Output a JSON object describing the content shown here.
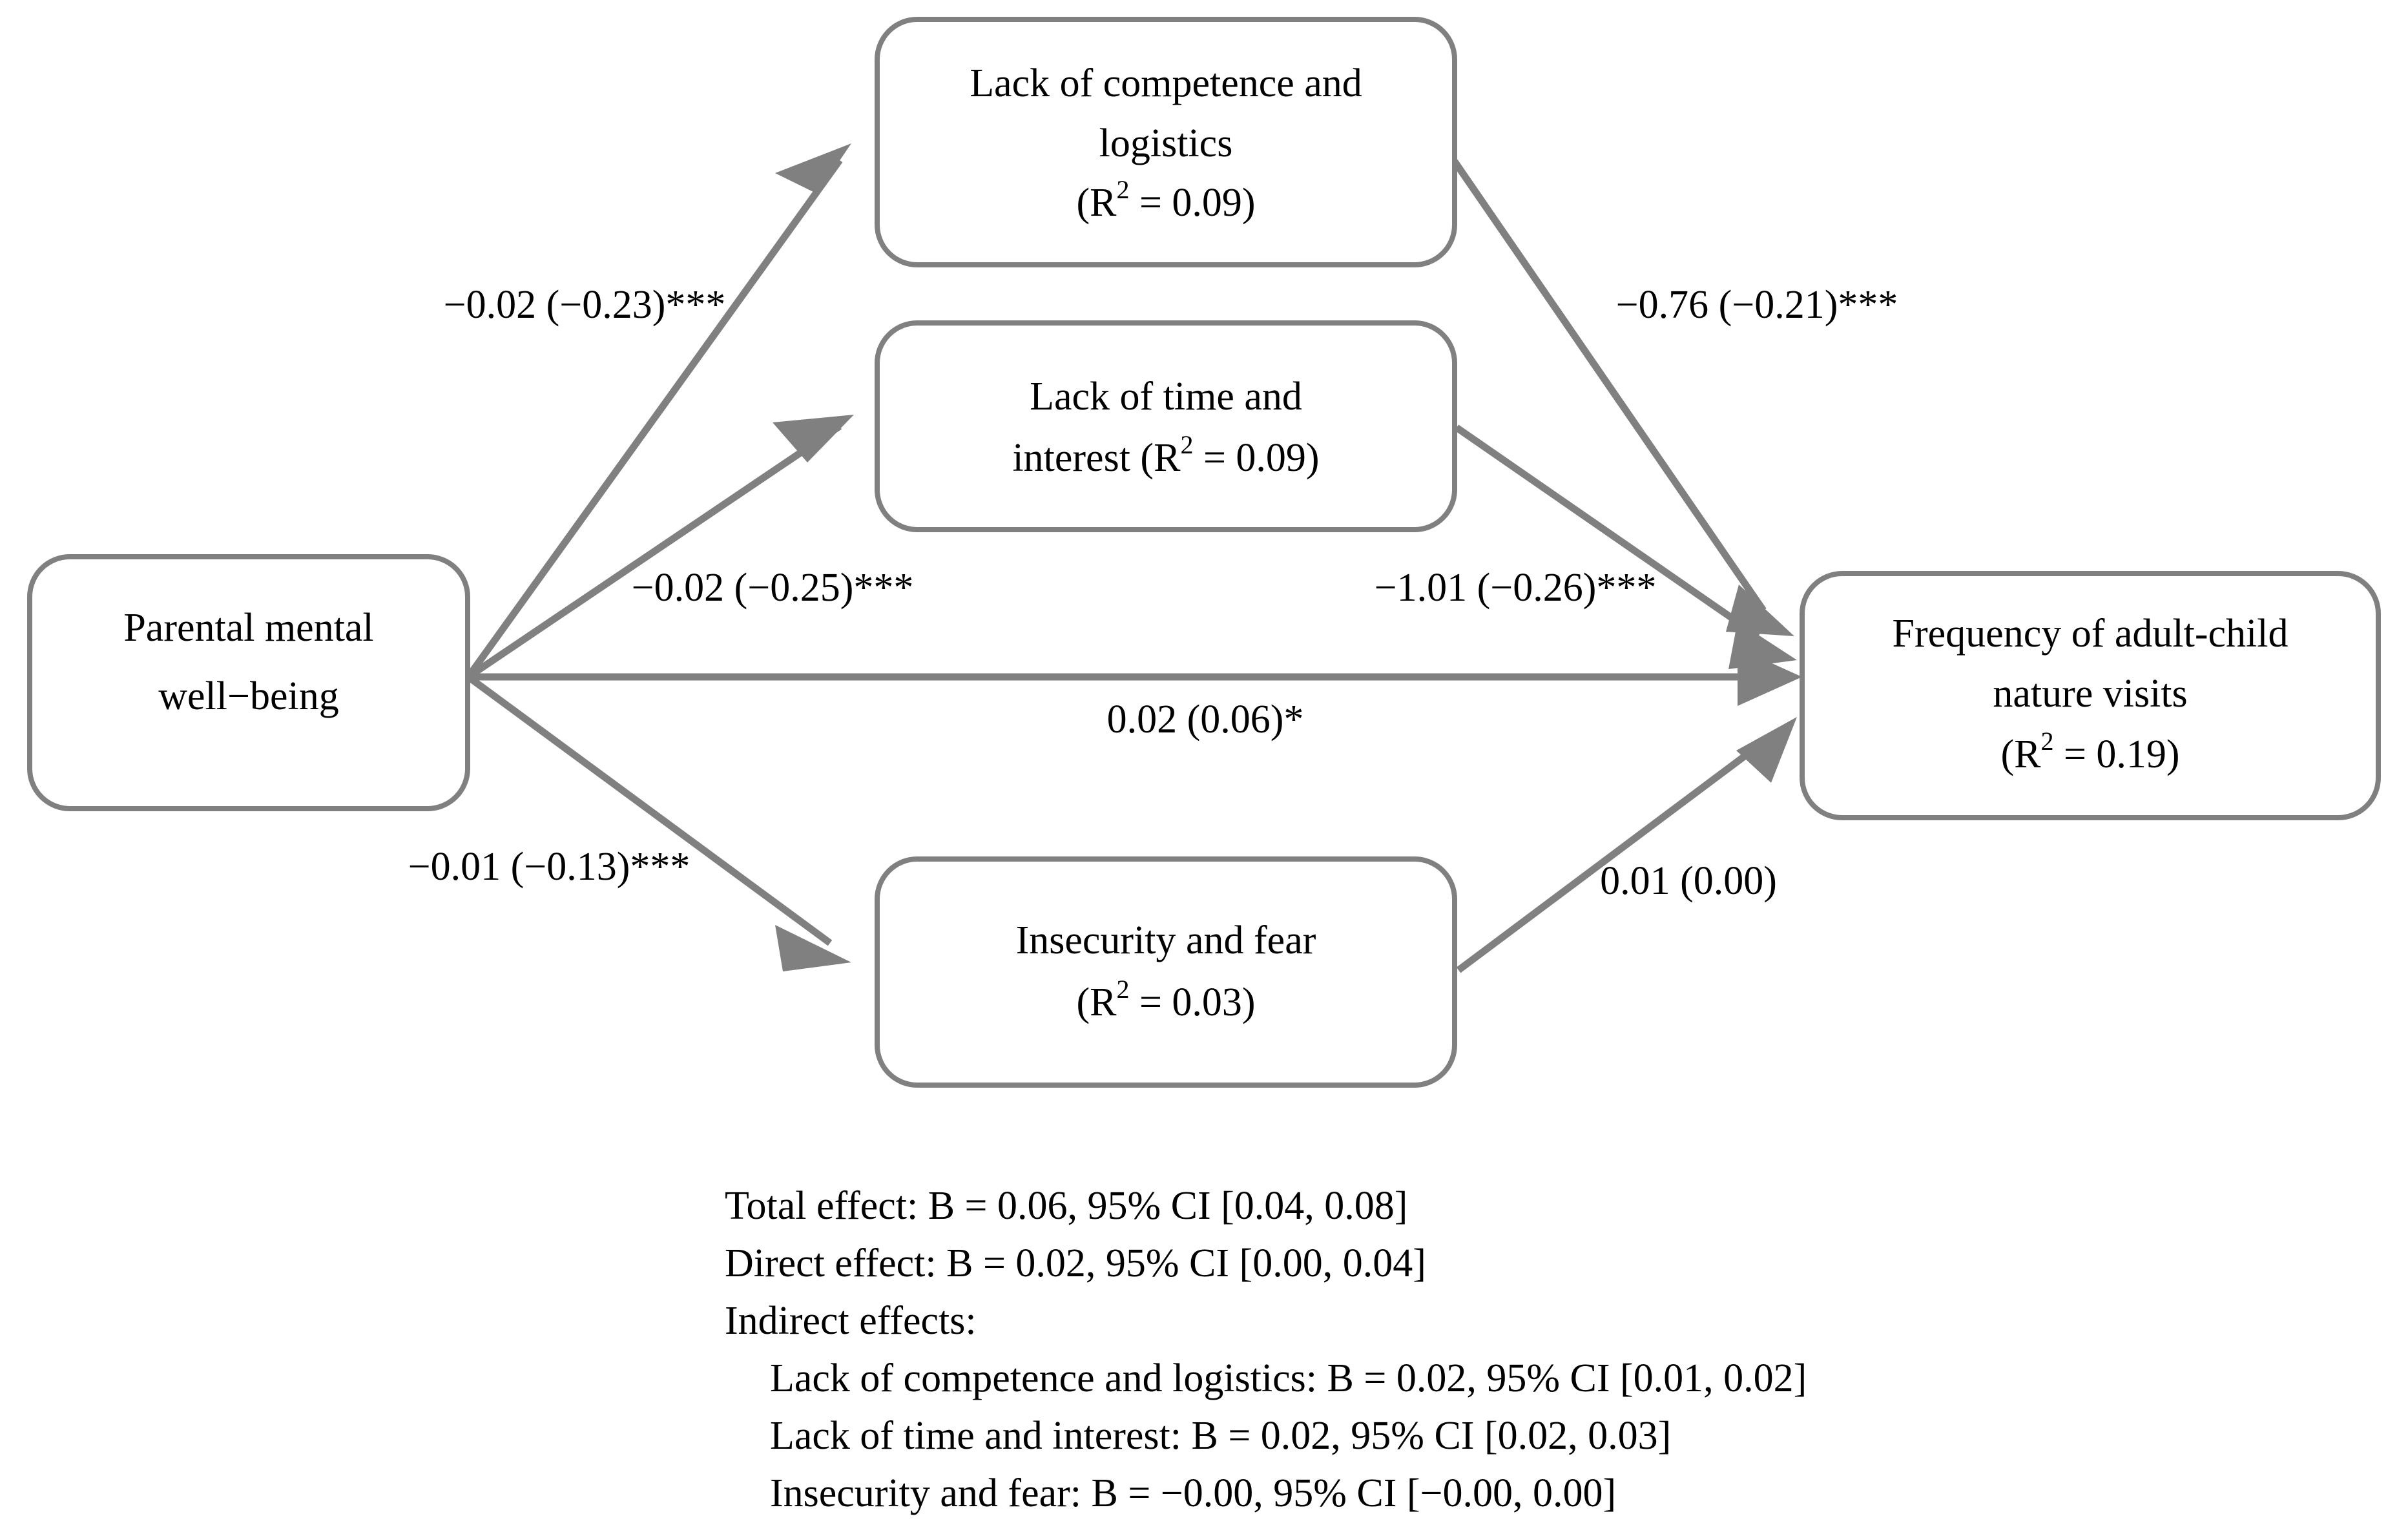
{
  "figure": {
    "type": "path-diagram",
    "accent_color": "#808080",
    "text_color": "#000000",
    "background": "#ffffff"
  },
  "nodes": {
    "predictor": {
      "id": "parental-mental-wellbeing",
      "lines": [
        "Parental mental",
        "well−being"
      ],
      "r2": null
    },
    "mediator_top": {
      "id": "lack-of-competence-and-logistics",
      "lines": [
        "Lack of competence and",
        "logistics",
        "(R² = 0.09)"
      ],
      "r2": "0.09"
    },
    "mediator_middle": {
      "id": "lack-of-time-and-interest",
      "lines": [
        "Lack of time and",
        "interest (R² = 0.09)"
      ],
      "r2": "0.09"
    },
    "mediator_bottom": {
      "id": "insecurity-and-fear",
      "lines": [
        "Insecurity and fear",
        "(R² = 0.03)"
      ],
      "r2": "0.03"
    },
    "outcome": {
      "id": "frequency-of-adult-child-nature-visits",
      "lines": [
        "Frequency of adult-child",
        "nature visits",
        "(R² = 0.19)"
      ],
      "r2": "0.19"
    }
  },
  "edges": [
    {
      "id": "a1",
      "from": "parental-mental-wellbeing",
      "to": "lack-of-competence-and-logistics",
      "label": "−0.02 (−0.23)***",
      "b": "-0.02",
      "beta": "-0.23",
      "significance": "***"
    },
    {
      "id": "a2",
      "from": "parental-mental-wellbeing",
      "to": "lack-of-time-and-interest",
      "label": "−0.02 (−0.25)***",
      "b": "-0.02",
      "beta": "-0.25",
      "significance": "***"
    },
    {
      "id": "a3",
      "from": "parental-mental-wellbeing",
      "to": "insecurity-and-fear",
      "label": "−0.01 (−0.13)***",
      "b": "-0.01",
      "beta": "-0.13",
      "significance": "***"
    },
    {
      "id": "b1",
      "from": "lack-of-competence-and-logistics",
      "to": "frequency-of-adult-child-nature-visits",
      "label": "−0.76 (−0.21)***",
      "b": "-0.76",
      "beta": "-0.21",
      "significance": "***"
    },
    {
      "id": "b2",
      "from": "lack-of-time-and-interest",
      "to": "frequency-of-adult-child-nature-visits",
      "label": "−1.01 (−0.26)***",
      "b": "-1.01",
      "beta": "-0.26",
      "significance": "***"
    },
    {
      "id": "b3",
      "from": "insecurity-and-fear",
      "to": "frequency-of-adult-child-nature-visits",
      "label": "0.01 (0.00)",
      "b": "0.01",
      "beta": "0.00",
      "significance": ""
    },
    {
      "id": "c-prime",
      "from": "parental-mental-wellbeing",
      "to": "frequency-of-adult-child-nature-visits",
      "label": "0.02 (0.06)*",
      "b": "0.02",
      "beta": "0.06",
      "significance": "*"
    }
  ],
  "caption": {
    "lines": [
      {
        "text": "Total effect: B = 0.06, 95% CI [0.04, 0.08]",
        "indent": 0
      },
      {
        "text": "Direct effect: B = 0.02, 95% CI [0.00, 0.04]",
        "indent": 0
      },
      {
        "text": "Indirect effects:",
        "indent": 0
      },
      {
        "text": "Lack of competence and logistics: B = 0.02, 95% CI [0.01, 0.02]",
        "indent": 1
      },
      {
        "text": "Lack of time and interest: B = 0.02, 95% CI [0.02, 0.03]",
        "indent": 1
      },
      {
        "text": "Insecurity and fear: B = −0.00, 95% CI [−0.00, 0.00]",
        "indent": 1
      }
    ]
  },
  "chart_data": {
    "type": "diagram",
    "title": "",
    "model": "parallel multiple mediation",
    "predictor": "Parental mental well-being",
    "outcome": "Frequency of adult-child nature visits",
    "mediators": [
      "Lack of competence and logistics",
      "Lack of time and interest",
      "Insecurity and fear"
    ],
    "r_squared": {
      "Lack of competence and logistics": 0.09,
      "Lack of time and interest": 0.09,
      "Insecurity and fear": 0.03,
      "Frequency of adult-child nature visits": 0.19
    },
    "paths": [
      {
        "path": "a1",
        "from": "Parental mental well-being",
        "to": "Lack of competence and logistics",
        "B": -0.02,
        "beta": -0.23,
        "sig": "***"
      },
      {
        "path": "a2",
        "from": "Parental mental well-being",
        "to": "Lack of time and interest",
        "B": -0.02,
        "beta": -0.25,
        "sig": "***"
      },
      {
        "path": "a3",
        "from": "Parental mental well-being",
        "to": "Insecurity and fear",
        "B": -0.01,
        "beta": -0.13,
        "sig": "***"
      },
      {
        "path": "b1",
        "from": "Lack of competence and logistics",
        "to": "Frequency of adult-child nature visits",
        "B": -0.76,
        "beta": -0.21,
        "sig": "***"
      },
      {
        "path": "b2",
        "from": "Lack of time and interest",
        "to": "Frequency of adult-child nature visits",
        "B": -1.01,
        "beta": -0.26,
        "sig": "***"
      },
      {
        "path": "b3",
        "from": "Insecurity and fear",
        "to": "Frequency of adult-child nature visits",
        "B": 0.01,
        "beta": 0.0,
        "sig": ""
      },
      {
        "path": "c'",
        "from": "Parental mental well-being",
        "to": "Frequency of adult-child nature visits",
        "B": 0.02,
        "beta": 0.06,
        "sig": "*"
      }
    ],
    "effects": {
      "total": {
        "B": 0.06,
        "ci": [
          0.04,
          0.08
        ]
      },
      "direct": {
        "B": 0.02,
        "ci": [
          0.0,
          0.04
        ]
      },
      "indirect": [
        {
          "via": "Lack of competence and logistics",
          "B": 0.02,
          "ci": [
            0.01,
            0.02
          ]
        },
        {
          "via": "Lack of time and interest",
          "B": 0.02,
          "ci": [
            0.02,
            0.03
          ]
        },
        {
          "via": "Insecurity and fear",
          "B": -0.0,
          "ci": [
            -0.0,
            0.0
          ]
        }
      ]
    }
  }
}
